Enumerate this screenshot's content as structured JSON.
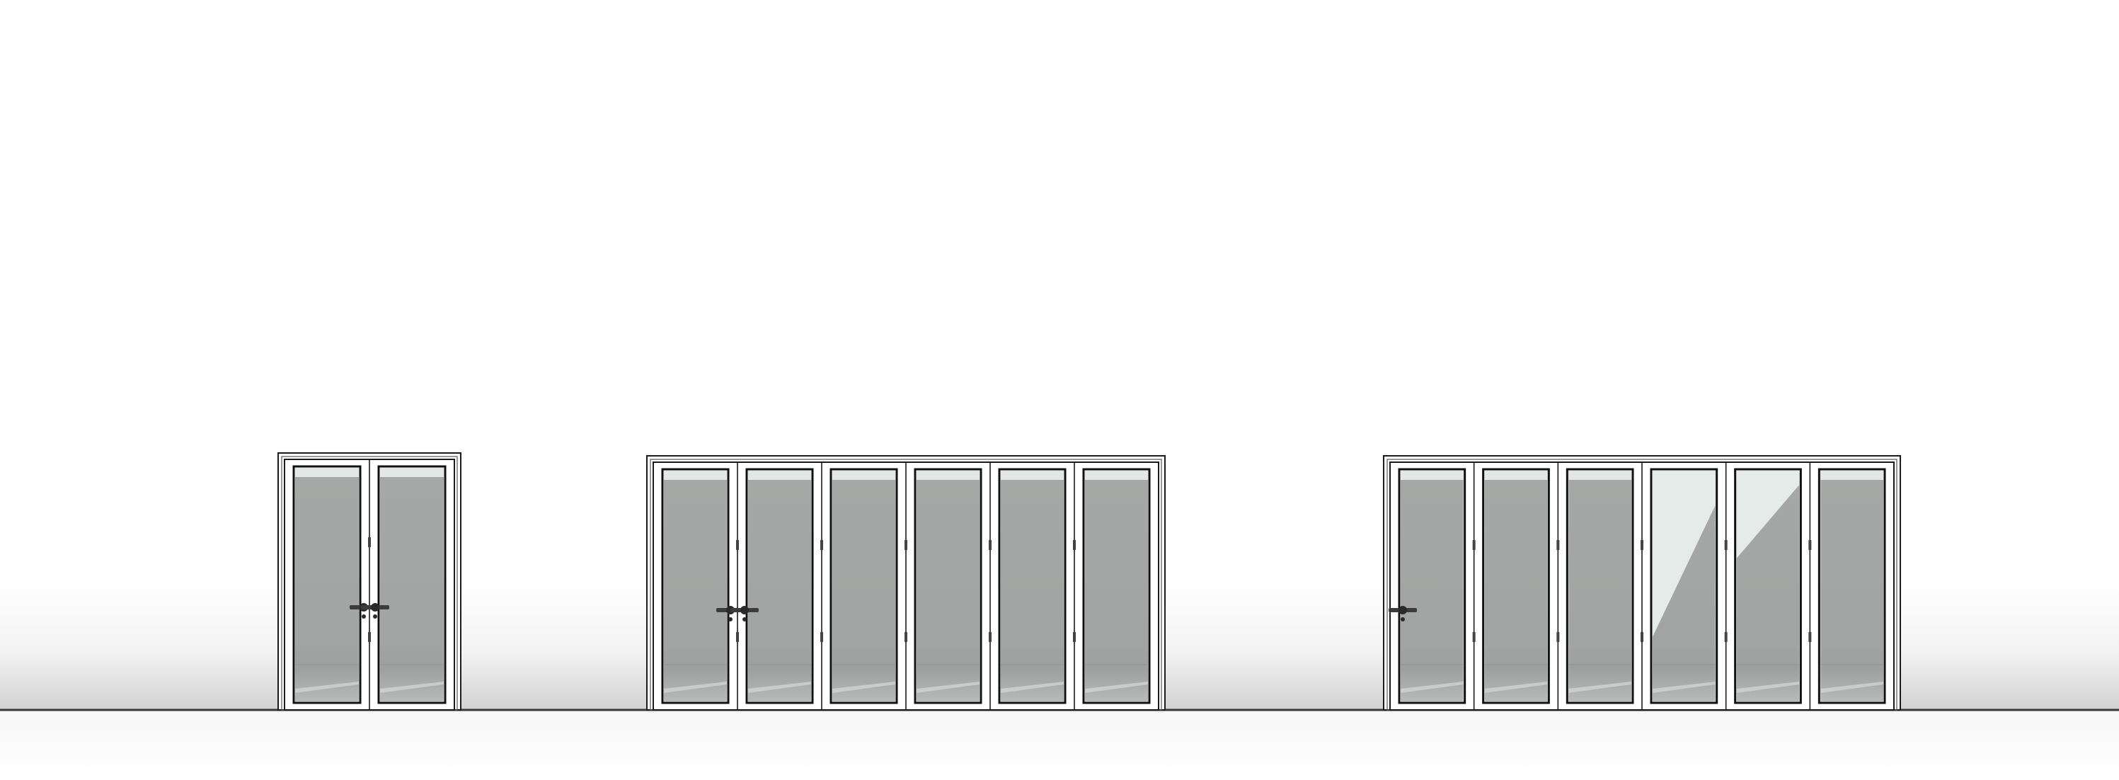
{
  "scene": {
    "description_hidden": "",
    "background_color": "#ffffff",
    "ground_gradient_color": "#d9d9d9",
    "ground_line_color": "#3a3a3a",
    "glass_color": "#a4a6a5",
    "glass_highlight_color": "#e4ebe8",
    "frame_outline_color": "#1b1b1b"
  },
  "door_units": [
    {
      "name": "two-panel-french-door",
      "panels": 2,
      "handles": "center-pair",
      "reflection_panels": []
    },
    {
      "name": "six-panel-bifold-door-center-handle",
      "panels": 6,
      "handles": "between-panels-1-2",
      "reflection_panels": []
    },
    {
      "name": "six-panel-bifold-door-left-handle",
      "panels": 6,
      "handles": "left-edge",
      "reflection_panels": [
        4,
        5
      ]
    }
  ]
}
